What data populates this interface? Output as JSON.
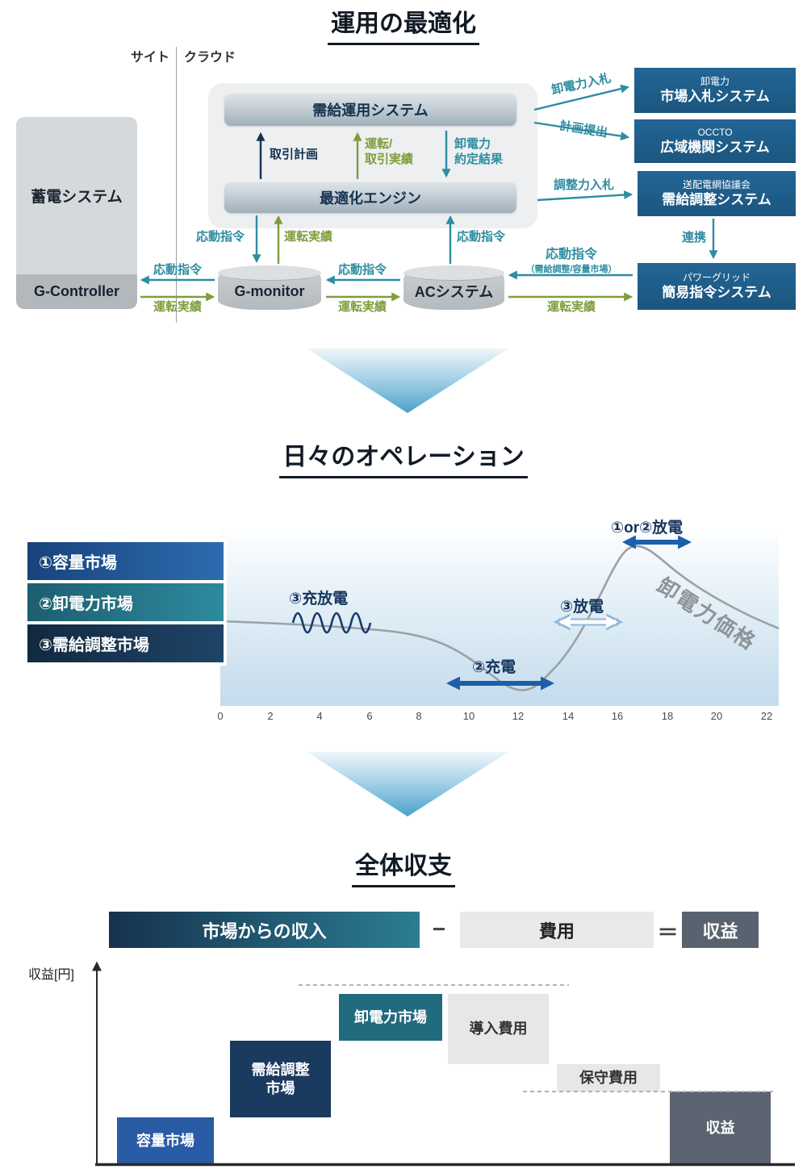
{
  "colors": {
    "teal_arrow": "#2e8da1",
    "green_arrow": "#7f9d3c",
    "navy_text": "#16324f",
    "blue_box": "#1b567f",
    "charge_arrow_blue": "#1d5fa8",
    "capacity_bar_blue": "#2a5ca6",
    "adjust_bar_navy": "#1b3a5f",
    "wholesale_bar_teal": "#226b7e",
    "profit_bar_gray": "#5b6470",
    "cost_bar_gray": "#e7e7e9"
  },
  "section_top": {
    "title": "運用の最適化",
    "site_label": "サイト",
    "cloud_label": "クラウド",
    "storage_system": "蓄電システム",
    "g_controller": "G-Controller",
    "sdos": "需給運用システム",
    "engine": "最適化エンジン",
    "g_monitor": "G-monitor",
    "ac_system": "ACシステム",
    "label_trade_plan": "取引計画",
    "label_op_trade_record": "運転/\n取引実績",
    "label_wholesale_result": "卸電力\n約定結果",
    "label_wholesale_bid": "卸電力入札",
    "label_plan_submit": "計画提出",
    "label_adjust_bid": "調整力入札",
    "label_link": "連携",
    "label_response_cmd": "応動指令",
    "label_op_record": "運転実績",
    "label_response_cmd_sub": "（需給調整/容量市場）",
    "right_boxes": [
      {
        "sub": "卸電力",
        "main": "市場入札システム"
      },
      {
        "sub": "OCCTO",
        "main": "広域機関システム"
      },
      {
        "sub": "送配電網協議会",
        "main": "需給調整システム"
      },
      {
        "sub": "パワーグリッド",
        "main": "簡易指令システム"
      }
    ]
  },
  "section_middle": {
    "title": "日々のオペレーション",
    "legend": [
      {
        "label": "①容量市場"
      },
      {
        "label": "②卸電力市場"
      },
      {
        "label": "③需給調整市場"
      }
    ],
    "annotations": {
      "charge_discharge": "③充放電",
      "charge": "②充電",
      "discharge3": "③放電",
      "discharge12": "①or②放電",
      "price_label": "卸電力価格"
    },
    "x_ticks": [
      "0",
      "2",
      "4",
      "6",
      "8",
      "10",
      "12",
      "14",
      "16",
      "18",
      "20",
      "22"
    ]
  },
  "section_bottom": {
    "title": "全体収支",
    "formula": {
      "income": "市場からの収入",
      "minus": "−",
      "cost": "費用",
      "equals": "＝",
      "profit": "収益"
    },
    "y_axis_label": "収益[円]",
    "bars": [
      {
        "label": "容量市場"
      },
      {
        "label": "需給調整\n市場"
      },
      {
        "label": "卸電力市場"
      },
      {
        "label": "導入費用"
      },
      {
        "label": "保守費用"
      },
      {
        "label": "収益"
      }
    ]
  }
}
